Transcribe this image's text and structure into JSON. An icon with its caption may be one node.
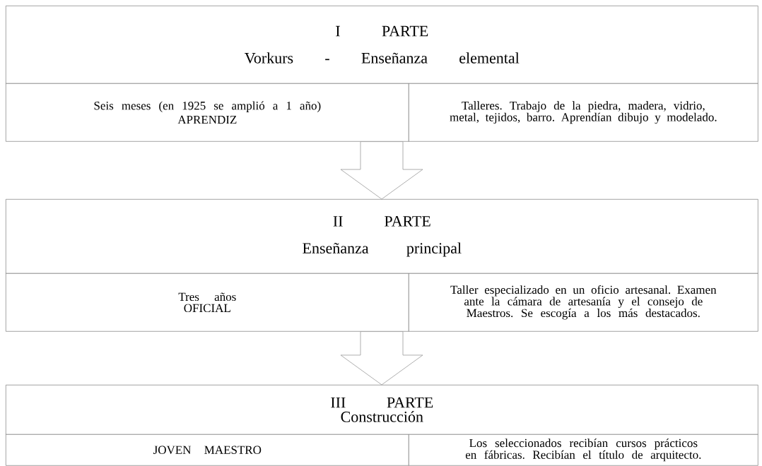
{
  "diagram": {
    "nodes": [
      {
        "text": [
          "I PARTE",
          "Vorkurs - Enseñanza elemental"
        ]
      },
      {
        "text": [
          "Seis meses (en 1925 se amplió a 1 año)",
          "APRENDIZ"
        ]
      },
      {
        "text": [
          "Talleres. Trabajo de la piedra, madera, vidrio, metal, tejidos, barro. Aprendían dibujo y modelado."
        ]
      },
      {
        "text": [
          "II PARTE",
          "Enseñanza principal"
        ]
      },
      {
        "text": [
          "Tres años",
          "OFICIAL"
        ]
      },
      {
        "text": [
          "Taller especializado en un oficio artesanal. Examen ante la cámara de artesanía y el consejo de Maestros. Se escogía a los más destacados."
        ]
      },
      {
        "text": [
          "III PARTE",
          "Construcción"
        ]
      },
      {
        "text": [
          "JOVEN MAESTRO"
        ]
      },
      {
        "text": [
          "Los seleccionados recibían cursos prácticos en fábricas. Recibían el título de arquitecto."
        ]
      }
    ],
    "edges": [
      {
        "from": 1,
        "to": 3,
        "arrow": "to"
      },
      {
        "from": 4,
        "to": 6,
        "arrow": "to"
      }
    ]
  }
}
